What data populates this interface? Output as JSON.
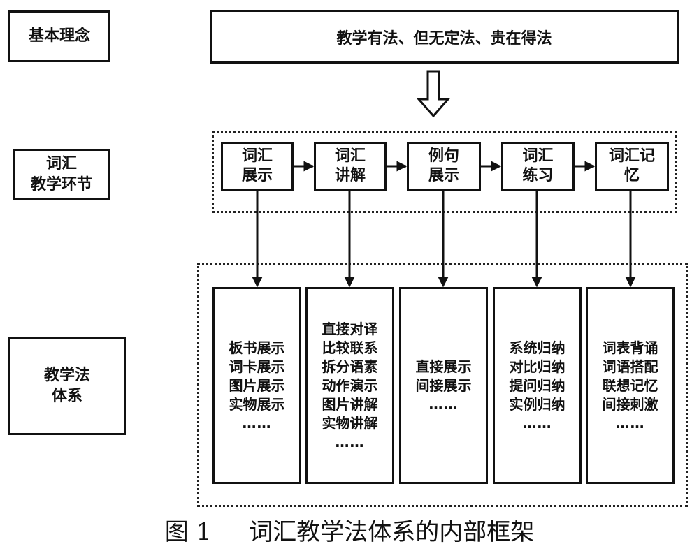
{
  "labels": {
    "principle_label": "基本理念",
    "steps_label": [
      "词汇",
      "教学环节"
    ],
    "methods_label": [
      "教学法",
      "体系"
    ]
  },
  "principle": "教学有法、但无定法、贵在得法",
  "steps": [
    {
      "lines": [
        "词汇",
        "展示"
      ]
    },
    {
      "lines": [
        "词汇",
        "讲解"
      ]
    },
    {
      "lines": [
        "例句",
        "展示"
      ]
    },
    {
      "lines": [
        "词汇",
        "练习"
      ]
    },
    {
      "lines": [
        "词汇记",
        "忆"
      ]
    }
  ],
  "methods": [
    {
      "lines": [
        "板书展示",
        "词卡展示",
        "图片展示",
        "实物展示"
      ],
      "more": "……"
    },
    {
      "lines": [
        "直接对译",
        "比较联系",
        "拆分语素",
        "动作演示",
        "图片讲解",
        "实物讲解"
      ],
      "more": "……"
    },
    {
      "lines": [
        "直接展示",
        "间接展示"
      ],
      "more": "……"
    },
    {
      "lines": [
        "系统归纳",
        "对比归纳",
        "提问归纳",
        "实例归纳"
      ],
      "more": "……"
    },
    {
      "lines": [
        "词表背诵",
        "词语搭配",
        "联想记忆",
        "间接刺激"
      ],
      "more": "……"
    }
  ],
  "caption": {
    "number": "图 1",
    "title": "词汇教学法体系的内部框架"
  }
}
